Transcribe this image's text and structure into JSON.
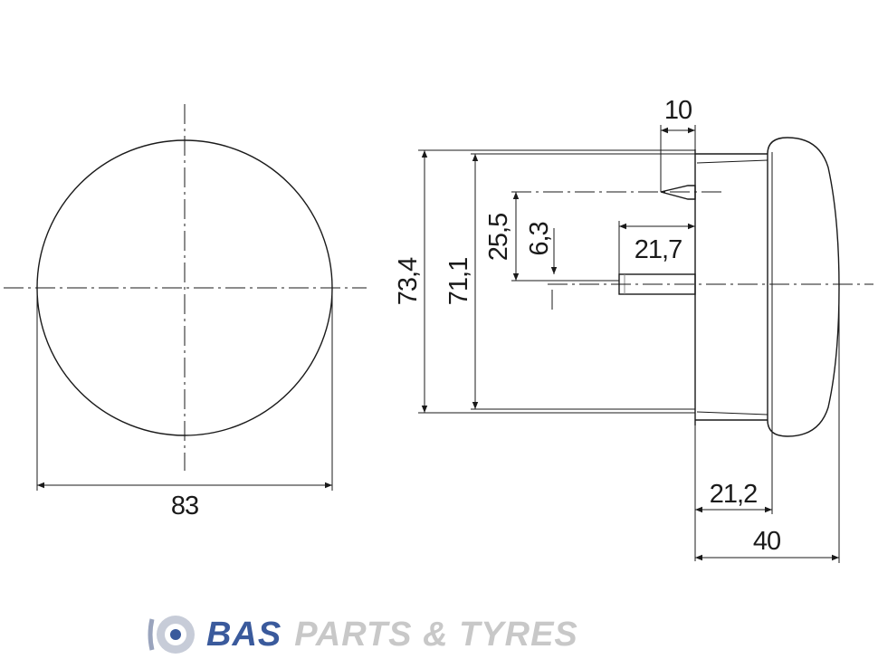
{
  "dimensions": {
    "front_width": "83",
    "outer_height": "73,4",
    "inner_height": "71,1",
    "offset_upper": "25,5",
    "offset_small": "6,3",
    "top_width": "10",
    "pin_length": "21,7",
    "body_depth": "21,2",
    "total_depth": "40"
  },
  "logo": {
    "brand": "BAS",
    "rest": "PARTS & TYRES",
    "brand_color": "#3a5a9c",
    "rest_color": "#c8c8c8"
  },
  "icons": {
    "logo_mark": "tyre-icon"
  }
}
